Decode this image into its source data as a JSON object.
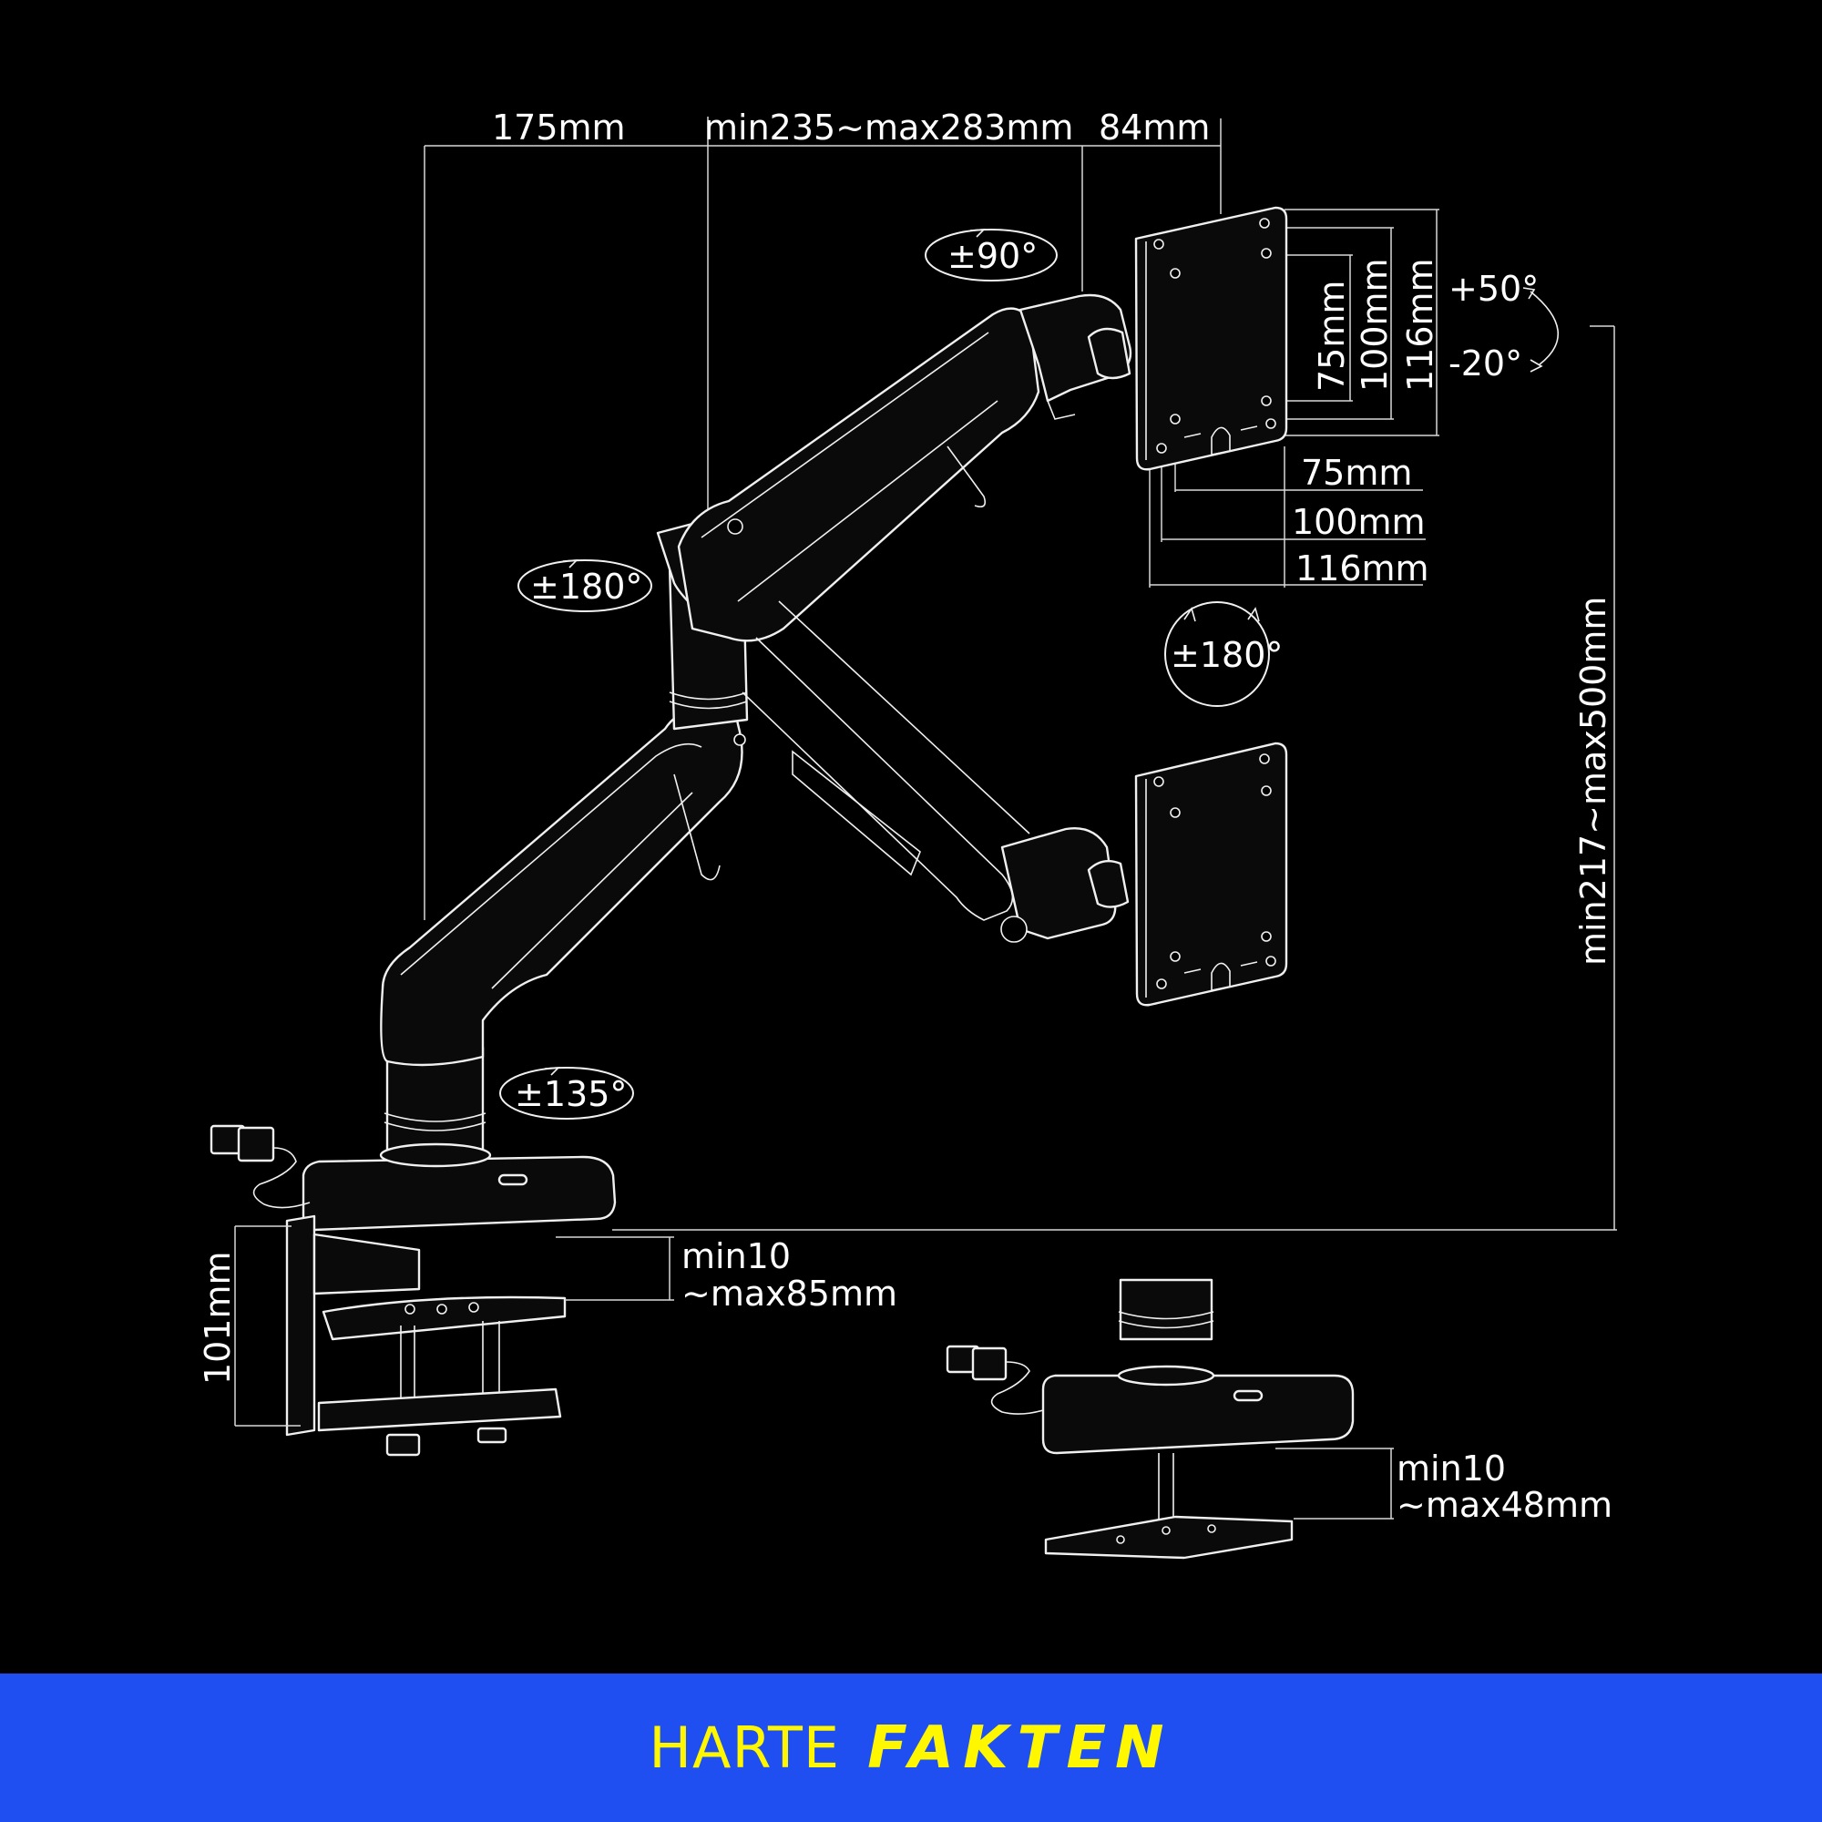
{
  "dimensions": {
    "reach_left": "175mm",
    "reach_middle": "min235~max283mm",
    "reach_right": "84mm",
    "vesa_h_75": "75mm",
    "vesa_h_100": "100mm",
    "vesa_h_116": "116mm",
    "vesa_v_75": "75mm",
    "vesa_v_100": "100mm",
    "vesa_v_116": "116mm",
    "height_range": "min217~max500mm",
    "clamp_height": "101mm",
    "clamp_range_1": "min10",
    "clamp_range_2": "~max85mm",
    "grommet_range_1": "min10",
    "grommet_range_2": "~max48mm"
  },
  "rotations": {
    "head_swivel": "±90°",
    "tilt_up": "+50°",
    "tilt_down": "-20°",
    "elbow": "±180°",
    "screen_rotate": "±180°",
    "base": "±135°"
  },
  "banner": {
    "word1": "HARTE",
    "word2": "FAKTEN",
    "background": "#1f4ff0",
    "text_color": "#fff700"
  }
}
